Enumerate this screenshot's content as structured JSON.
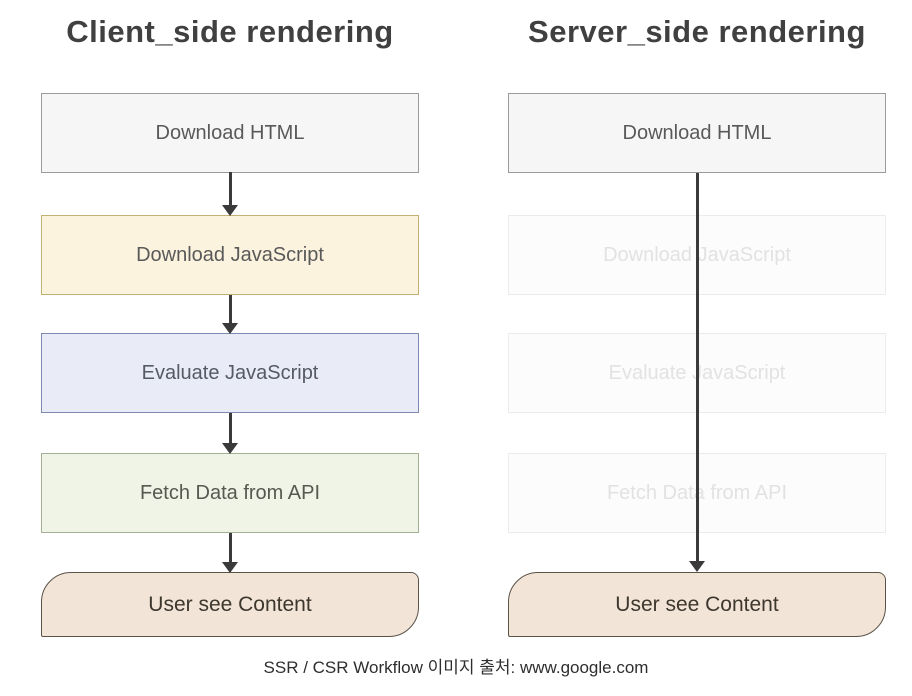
{
  "titles": {
    "left": "Client_side rendering",
    "right": "Server_side rendering"
  },
  "left_flow": {
    "name": "client-side-rendering-flow",
    "steps": [
      {
        "label": "Download HTML",
        "variant": "gray"
      },
      {
        "label": "Download JavaScript",
        "variant": "yellow"
      },
      {
        "label": "Evaluate JavaScript",
        "variant": "blue"
      },
      {
        "label": "Fetch Data from API",
        "variant": "green"
      },
      {
        "label": "User see Content",
        "variant": "tan"
      }
    ]
  },
  "right_flow": {
    "name": "server-side-rendering-flow",
    "steps": [
      {
        "label": "Download HTML",
        "variant": "gray"
      },
      {
        "label": "Download JavaScript",
        "variant": "ghost"
      },
      {
        "label": "Evaluate JavaScript",
        "variant": "ghost"
      },
      {
        "label": "Fetch Data from API",
        "variant": "ghost"
      },
      {
        "label": "User see Content",
        "variant": "tan"
      }
    ]
  },
  "icons": {
    "down_arrow": "▼"
  },
  "palette": {
    "box_gray_fill": "#f6f6f6",
    "box_gray_border": "#9b9b9b",
    "box_yellow_fill": "#fbf3dd",
    "box_yellow_border": "#c2b172",
    "box_blue_fill": "#e9ecf6",
    "box_blue_border": "#7d89ae",
    "box_green_fill": "#eff4e7",
    "box_green_border": "#a4b094",
    "box_tan_fill": "#f2e5d8",
    "box_tan_border": "#5b5147",
    "ghost_fill": "#fcfcfc",
    "ghost_border": "#ebebeb",
    "ghost_text": "#e2e2e2",
    "arrow": "#3a3a3a",
    "title_text": "#404040",
    "box_text": "#595959"
  },
  "caption": "SSR / CSR Workflow 이미지 출처: www.google.com"
}
